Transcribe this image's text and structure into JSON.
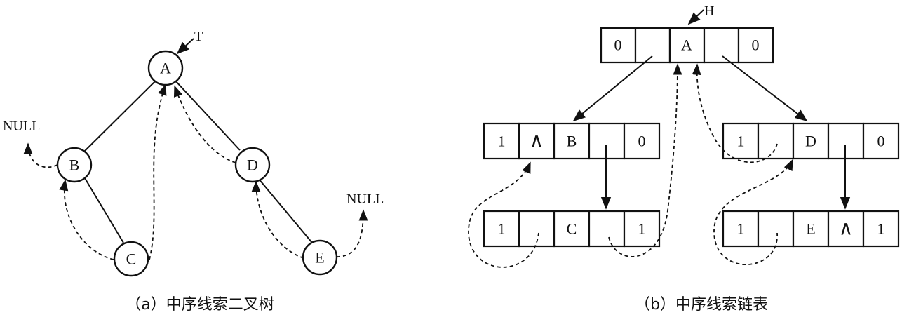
{
  "tree": {
    "pointer_label": "T",
    "null_left": "NULL",
    "null_right": "NULL",
    "nodes": {
      "A": "A",
      "B": "B",
      "C": "C",
      "D": "D",
      "E": "E"
    },
    "caption": "（a）中序线索二叉树"
  },
  "list": {
    "head_label": "H",
    "head": [
      "0",
      "",
      "A",
      "",
      "0"
    ],
    "node_B": [
      "1",
      "∧",
      "B",
      "",
      "0"
    ],
    "node_C": [
      "1",
      "",
      "C",
      "",
      "1"
    ],
    "node_D": [
      "1",
      "",
      "D",
      "",
      "0"
    ],
    "node_E": [
      "1",
      "",
      "E",
      "∧",
      "1"
    ],
    "caption": "（b）中序线索链表"
  }
}
